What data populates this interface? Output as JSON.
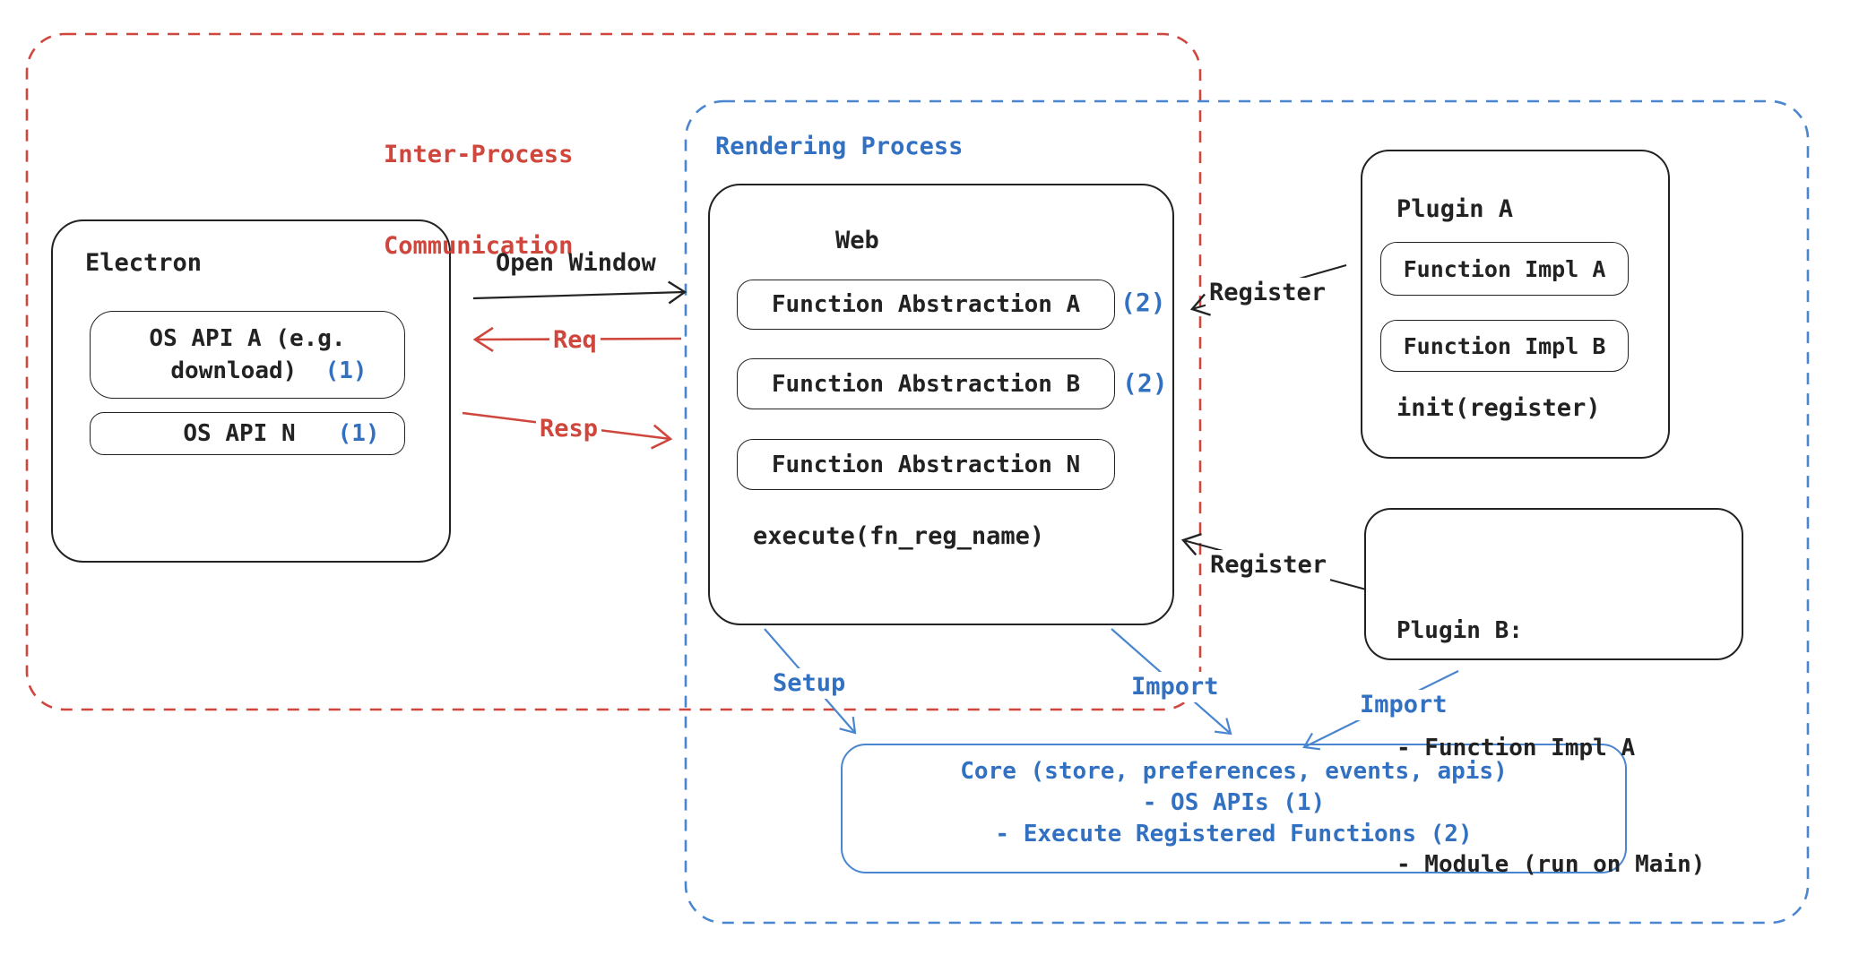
{
  "regions": {
    "ipc": {
      "title_line1": "Inter-Process",
      "title_line2": "Communication"
    },
    "rendering": {
      "title": "Rendering Process"
    }
  },
  "electron": {
    "title": "Electron",
    "os_api_a_line1": "OS API A (e.g.",
    "os_api_a_line2": "download)",
    "os_api_a_badge": "(1)",
    "os_api_n": "OS API N",
    "os_api_n_badge": "(1)"
  },
  "web": {
    "title": "Web",
    "fn_abstraction_a": "Function Abstraction A",
    "fn_abstraction_a_badge": "(2)",
    "fn_abstraction_b": "Function Abstraction B",
    "fn_abstraction_b_badge": "(2)",
    "fn_abstraction_n": "Function Abstraction N",
    "execute": "execute(fn_reg_name)"
  },
  "plugin_a": {
    "title": "Plugin A",
    "impl_a": "Function Impl A",
    "impl_b": "Function Impl B",
    "init": "init(register)"
  },
  "plugin_b": {
    "line1": "Plugin B:",
    "line2": "- Function Impl A",
    "line3": "- Module (run on Main)"
  },
  "core": {
    "line1": "Core (store, preferences, events, apis)",
    "line2": "- OS APIs (1)",
    "line3": "- Execute Registered Functions (2)"
  },
  "arrow_labels": {
    "open_window": "Open Window",
    "req": "Req",
    "resp": "Resp",
    "register_plugin_a": "Register",
    "register_plugin_b": "Register",
    "setup": "Setup",
    "import_web": "Import",
    "import_plugin_b": "Import"
  },
  "colors": {
    "ink": "#222222",
    "red": "#cf463d",
    "blue": "#3270c2",
    "blue_border": "#4a86cf"
  }
}
